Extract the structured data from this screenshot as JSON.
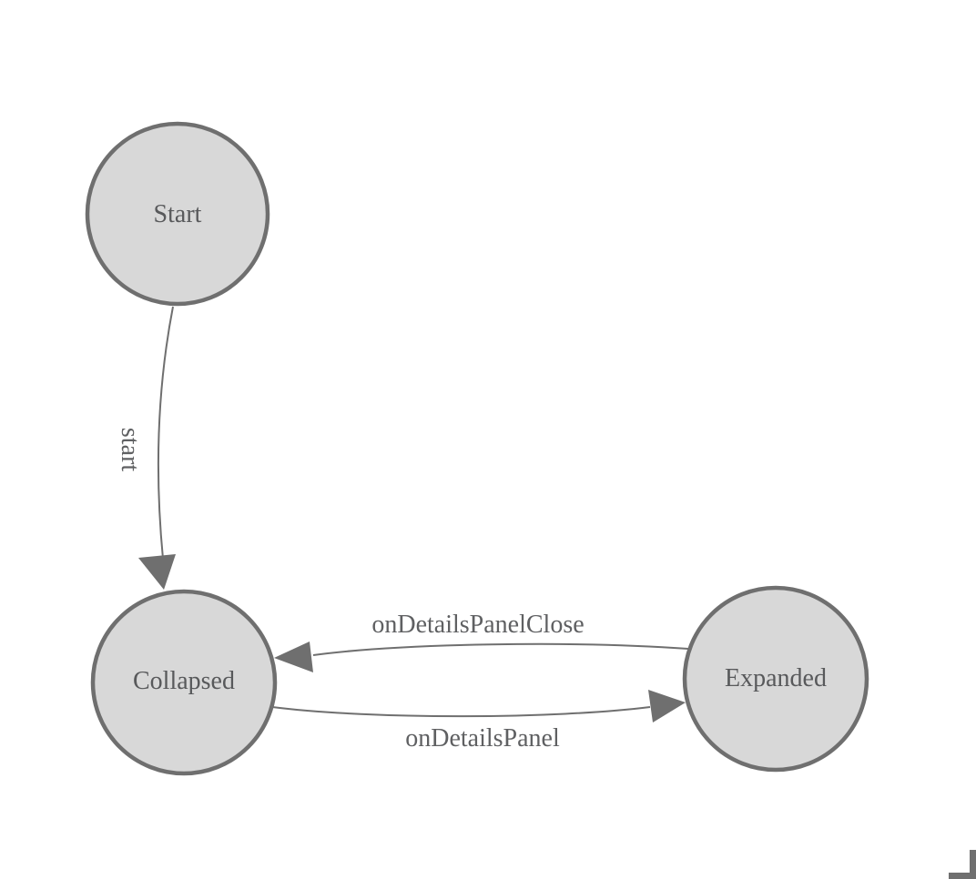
{
  "diagram": {
    "type": "state-machine",
    "nodes": [
      {
        "id": "start",
        "label": "Start"
      },
      {
        "id": "collapsed",
        "label": "Collapsed"
      },
      {
        "id": "expanded",
        "label": "Expanded"
      }
    ],
    "edges": [
      {
        "from": "start",
        "to": "collapsed",
        "label": "start"
      },
      {
        "from": "expanded",
        "to": "collapsed",
        "label": "onDetailsPanelClose"
      },
      {
        "from": "collapsed",
        "to": "expanded",
        "label": "onDetailsPanel"
      }
    ]
  },
  "colors": {
    "background": "#ffffff",
    "node_fill": "#d8d8d8",
    "node_stroke": "#6f6f6f",
    "edge_stroke": "#6f6f6f",
    "node_text": "#58595b",
    "edge_text": "#5f6062"
  }
}
